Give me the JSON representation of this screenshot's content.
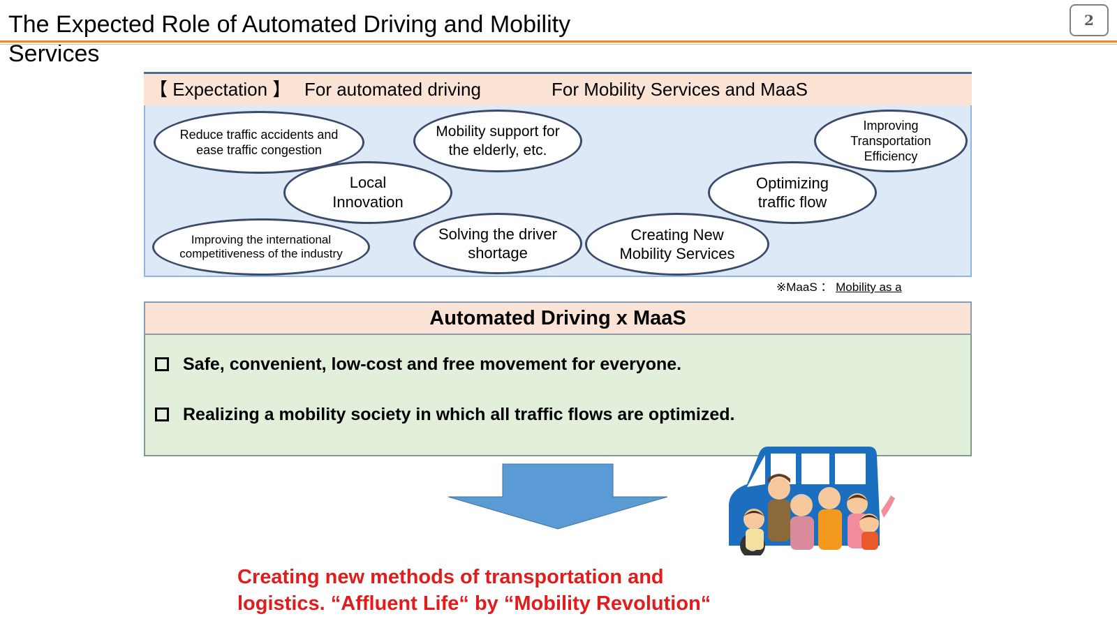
{
  "slide": {
    "title": "The Expected Role of Automated Driving and Mobility Services",
    "page_number": "2"
  },
  "expectation": {
    "label": "【 Expectation 】",
    "col1": "For automated driving",
    "col2": "For Mobility Services and MaaS",
    "items": [
      "Reduce traffic accidents and ease traffic congestion",
      "Mobility support for the elderly, etc.",
      "Local Innovation",
      "Improving the international competitiveness of the industry",
      "Solving the driver shortage",
      "Creating New Mobility Services",
      "Optimizing traffic flow",
      "Improving Transportation Efficiency"
    ],
    "note_prefix": "※MaaS ：",
    "note_text": "Mobility as a Service"
  },
  "automated_maas": {
    "heading": "Automated Driving x MaaS",
    "bullets": [
      "Safe, convenient, low-cost and free movement for everyone.",
      "Realizing a mobility society in which all traffic flows are optimized."
    ]
  },
  "result": {
    "text": "Creating new methods of transportation and logistics.  “Affluent Life“ by “Mobility Revolution“"
  },
  "colors": {
    "accent_rule": "#f28a2e",
    "header_fill": "#fbe3d6",
    "expectation_fill": "#dde9f6",
    "maas_fill": "#e2efda",
    "arrow": "#5b9bd5",
    "result_text": "#e31b1b"
  },
  "illustration": {
    "icon": "family-with-car-illustration"
  }
}
